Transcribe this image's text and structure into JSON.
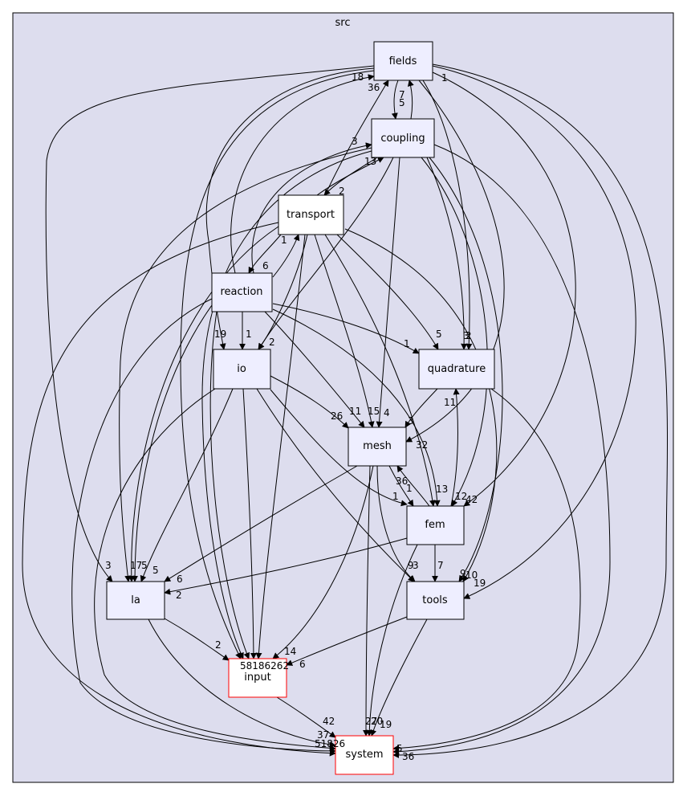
{
  "cluster": {
    "label": "src"
  },
  "nodes": {
    "fields": "fields",
    "coupling": "coupling",
    "transport": "transport",
    "reaction": "reaction",
    "io": "io",
    "quadrature": "quadrature",
    "mesh": "mesh",
    "fem": "fem",
    "la": "la",
    "tools": "tools",
    "input": "input",
    "system": "system"
  },
  "edge_labels": {
    "f_18": "18",
    "f_36": "36",
    "f_1": "1",
    "f_7": "7",
    "f_5": "5",
    "c_3": "3",
    "c_13": "13",
    "t_2": "2",
    "t_1": "1",
    "r_6": "6",
    "io_19": "19",
    "io_1": "1",
    "io_2": "2",
    "q_1": "1",
    "q_5": "5",
    "q_3": "3",
    "q_2": "2",
    "q_11": "11",
    "m_11": "11",
    "m_15": "15",
    "m_4": "4",
    "m_26": "26",
    "m_3": "3",
    "m_32": "32",
    "fe_36": "36",
    "fe_1a": "1",
    "fe_1b": "1",
    "fe_13": "13",
    "fe_12": "12",
    "fe_42": "42",
    "la_3": "3",
    "la_17": "17",
    "la_5a": "5",
    "la_5b": "5",
    "la_6": "6",
    "la_2": "2",
    "to_9": "9",
    "to_3": "3",
    "to_7": "7",
    "to_9b": "9",
    "to_10": "10",
    "to_19": "19",
    "in_multi": "58186262",
    "in_2": "2",
    "in_14": "14",
    "in_6": "6",
    "sy_42": "42",
    "sy_37": "37",
    "sy_multi": "51826",
    "sy_27": "27",
    "sy_20": "20",
    "sy_19": "19",
    "sy_5": "5",
    "sy_36": "36"
  }
}
